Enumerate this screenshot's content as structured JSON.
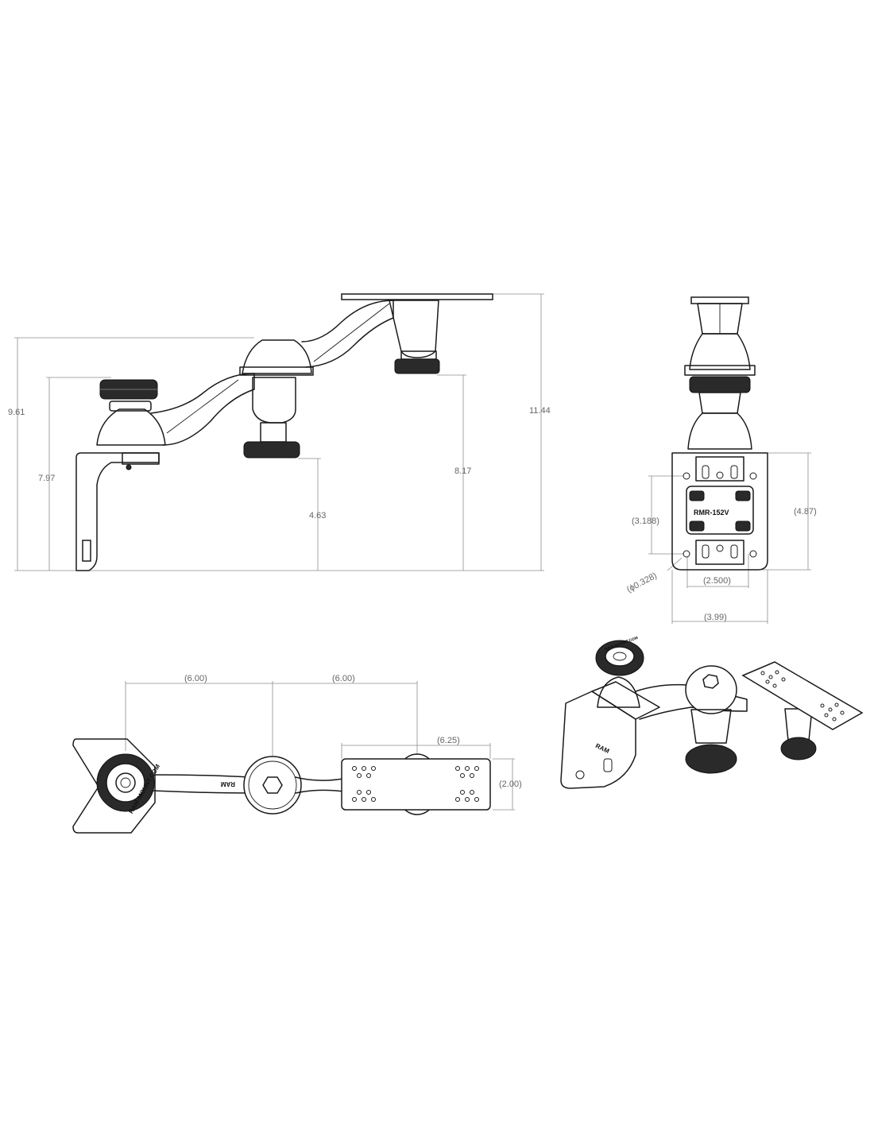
{
  "side_view": {
    "dim_overall_width": "9.61",
    "dim_lower_knob_height": "7.97",
    "dim_center_knob_height": "4.63",
    "dim_right_knob_height": "8.17",
    "dim_total_height": "11.44"
  },
  "front_view": {
    "model_label": "RMR-152V",
    "dim_hole_spacing_vertical": "(3.188)",
    "dim_base_height": "(4.87)",
    "dim_hole_diameter": "(ϕ0.328)",
    "dim_hole_spacing_horizontal": "(2.500)",
    "dim_base_width": "(3.99)"
  },
  "top_view": {
    "dim_arm_1": "(6.00)",
    "dim_arm_2": "(6.00)",
    "dim_plate_length": "(6.25)",
    "dim_plate_width": "(2.00)",
    "arm_emboss": "RAM",
    "knob_emboss": "RAM-MOUNT.COM"
  },
  "iso_view": {
    "base_emboss": "RAM",
    "knob_emboss": "RAM-MOUNT.COM"
  }
}
